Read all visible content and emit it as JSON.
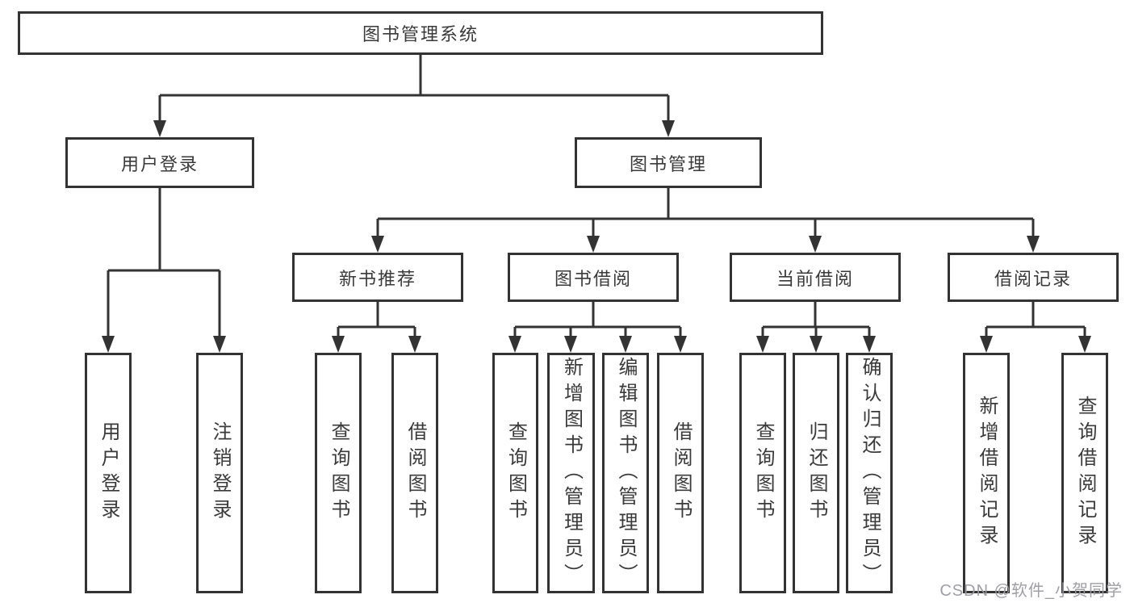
{
  "diagram": {
    "root": {
      "label": "图书管理系统"
    },
    "branches": {
      "user_login": {
        "label": "用户登录"
      },
      "book_management": {
        "label": "图书管理"
      }
    },
    "sections": {
      "new_book_recommend": {
        "label": "新书推荐"
      },
      "book_borrowing": {
        "label": "图书借阅"
      },
      "current_borrowing": {
        "label": "当前借阅"
      },
      "borrowing_records": {
        "label": "借阅记录"
      }
    },
    "leaves": {
      "user_login_leaf": {
        "label": "用户登录"
      },
      "logout_leaf": {
        "label": "注销登录"
      },
      "query_books_recommend": {
        "label": "查询图书"
      },
      "borrow_books_recommend": {
        "label": "借阅图书"
      },
      "query_books_borrowing": {
        "label": "查询图书"
      },
      "add_books_admin": {
        "label": "新增图书（管理员）"
      },
      "edit_books_admin": {
        "label": "编辑图书（管理员）"
      },
      "borrow_books_borrowing": {
        "label": "借阅图书"
      },
      "query_books_current": {
        "label": "查询图书"
      },
      "return_books": {
        "label": "归还图书"
      },
      "confirm_return_admin": {
        "label": "确认归还（管理员）"
      },
      "add_borrow_record": {
        "label": "新增借阅记录"
      },
      "query_borrow_record": {
        "label": "查询借阅记录"
      }
    }
  },
  "watermark": {
    "text": "CSDN @软件_小贺同学"
  },
  "colors": {
    "line": "#333333",
    "text": "#3a3a3a",
    "background": "#ffffff",
    "watermark": "#9a9aa0"
  }
}
